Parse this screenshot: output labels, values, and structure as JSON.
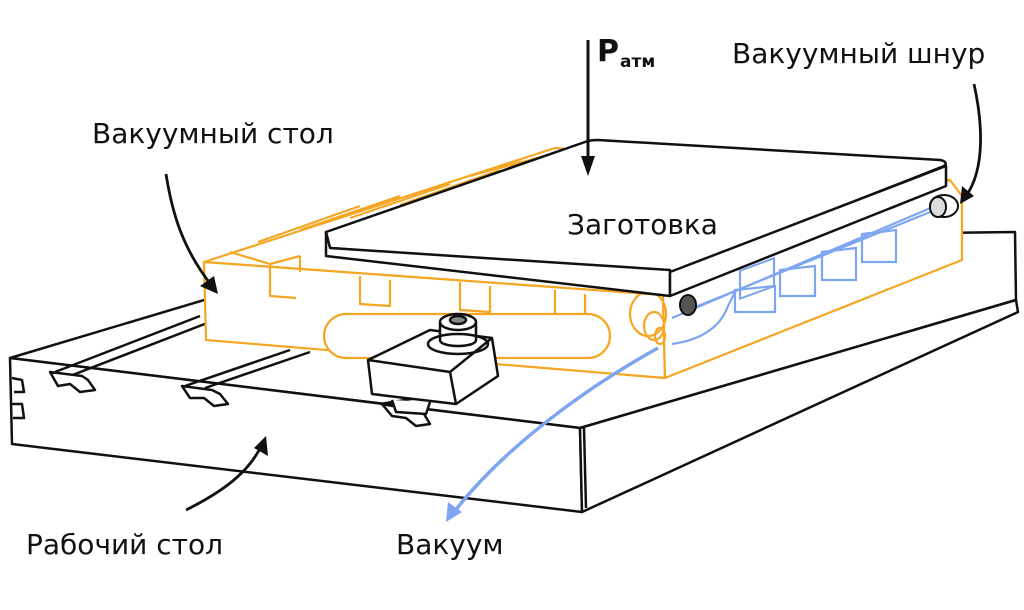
{
  "labels": {
    "pressure_main": "P",
    "pressure_sub": "атм",
    "vacuum_cord": "Вакуумный шнур",
    "vacuum_table": "Вакуумный стол",
    "workpiece": "Заготовка",
    "work_table": "Рабочий стол",
    "vacuum": "Вакуум"
  },
  "colors": {
    "outline": "#111111",
    "vacuum_table_outline": "#f5a623",
    "vacuum_channels": "#7ea6f0"
  }
}
